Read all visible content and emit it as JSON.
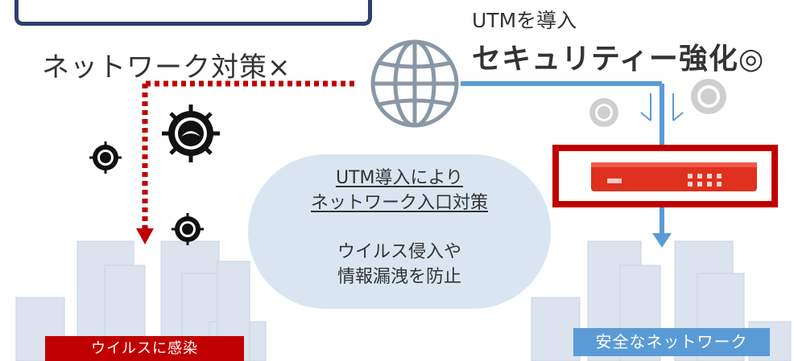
{
  "left": {
    "heading": "ネットワーク対策×",
    "result_tag": "ウイルスに感染"
  },
  "right": {
    "title": "UTMを導入",
    "subtitle": "セキュリティー強化◎",
    "result_tag": "安全なネットワーク"
  },
  "bubble": {
    "line1": "UTM導入により",
    "line2": "ネットワーク入口対策",
    "line3": "ウイルス侵入や",
    "line4": "情報漏洩を防止"
  },
  "colors": {
    "red": "#c00000",
    "blue": "#5b9bd5",
    "bubble": "#d9e6f2",
    "navy": "#2d3f6e"
  }
}
